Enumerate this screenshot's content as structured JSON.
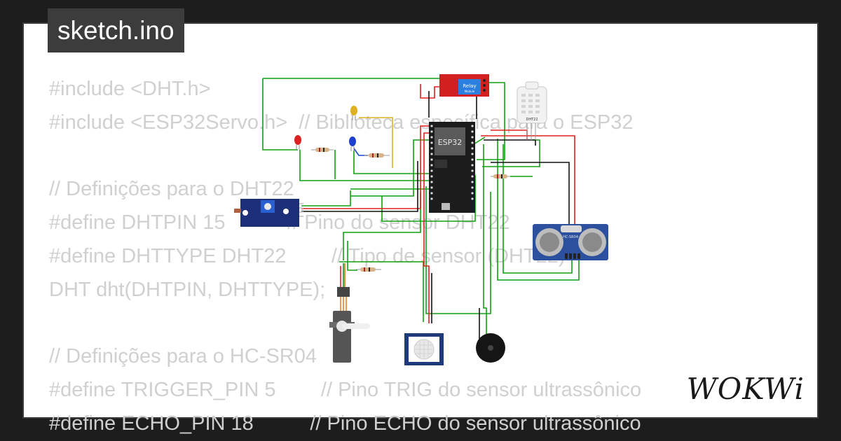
{
  "tab": {
    "title": "sketch.ino"
  },
  "code_lines": [
    "#include <DHT.h>",
    "#include <ESP32Servo.h>  // Biblioteca específica para o ESP32",
    "",
    "// Definições para o DHT22",
    "#define DHTPIN 15           // Pino do sensor DHT22",
    "#define DHTTYPE DHT22        // Tipo de sensor (DHT22)",
    "DHT dht(DHTPIN, DHTTYPE);",
    "",
    "// Definições para o HC-SR04",
    "#define TRIGGER_PIN 5        // Pino TRIG do sensor ultrassônico",
    "#define ECHO_PIN 18          // Pino ECHO do sensor ultrassônico"
  ],
  "components": {
    "esp32_label": "ESP32",
    "relay_label": "Relay",
    "relay_sublabel": "Module",
    "dht_label": "DHT22",
    "ultrasonic_label": "HC-SR04"
  },
  "brand": {
    "logo": "WOKWi"
  },
  "colors": {
    "background": "#1d1d1d",
    "canvas": "#ffffff",
    "code_text": "#d0d0d0",
    "tab_bg": "#3c3c3c",
    "wire_green": "#12a012",
    "wire_red": "#e02020",
    "wire_black": "#111111",
    "relay_red": "#d22020",
    "sensor_blue": "#1f3a8a"
  }
}
